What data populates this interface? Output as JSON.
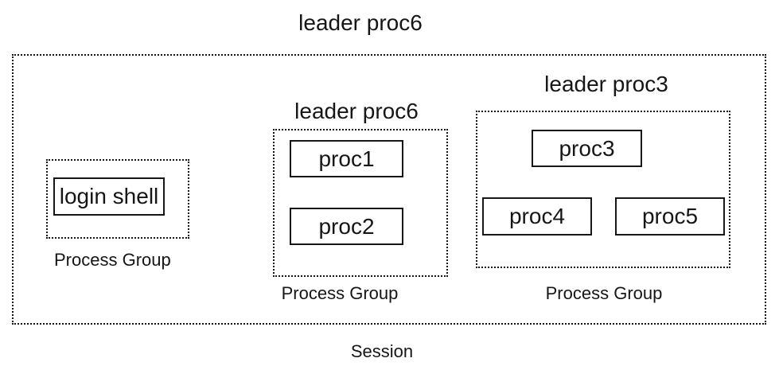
{
  "page": {
    "background": "#ffffff",
    "ink": "#161616"
  },
  "session": {
    "title": "leader proc6",
    "label": "Session",
    "groups": [
      {
        "title": "",
        "label": "Process Group",
        "processes": [
          "login shell"
        ]
      },
      {
        "title": "leader proc6",
        "label": "Process Group",
        "processes": [
          "proc1",
          "proc2"
        ]
      },
      {
        "title": "leader proc3",
        "label": "Process Group",
        "processes": [
          "proc3",
          "proc4",
          "proc5"
        ]
      }
    ]
  }
}
